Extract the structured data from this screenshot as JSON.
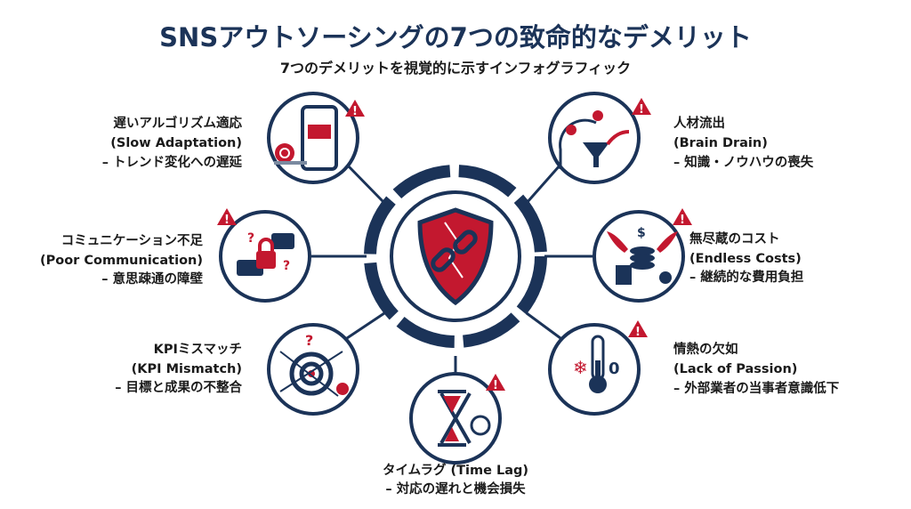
{
  "title": "SNSアウトソーシングの7つの致命的なデメリット",
  "subtitle": "7つのデメリットを視覚的に示すインフォグラフィック",
  "colors": {
    "navy": "#1b3358",
    "red": "#c3182f"
  },
  "center": {
    "icon": "broken-chain-shield-icon"
  },
  "items": [
    {
      "jp": "遅いアルゴリズム適応",
      "en": "(Slow Adaptation)",
      "desc": "– トレンド変化への遅延",
      "icon": "snail-phone-icon"
    },
    {
      "jp": "コミュニケーション不足",
      "en": "(Poor Communication)",
      "desc": "– 意思疎通の障壁",
      "icon": "locked-chat-icon"
    },
    {
      "jp": "KPIミスマッチ",
      "en": "(KPI Mismatch)",
      "desc": "– 目標と成果の不整合",
      "icon": "target-arrows-icon"
    },
    {
      "jp": "タイムラグ (Time Lag)",
      "desc": "– 対応の遅れと機会損失",
      "icon": "hourglass-icon"
    },
    {
      "jp": "人材流出",
      "en": "(Brain Drain)",
      "desc": "– 知識・ノウハウの喪失",
      "icon": "head-funnel-icon"
    },
    {
      "jp": "無尽蔵のコスト",
      "en": "(Endless Costs)",
      "desc": "– 継続的な費用負担",
      "icon": "flying-money-icon"
    },
    {
      "jp": "情熱の欠如",
      "en": "(Lack of Passion)",
      "desc": "– 外部業者の当事者意識低下",
      "icon": "cold-thermometer-icon"
    }
  ],
  "thermometer_reading": "0"
}
